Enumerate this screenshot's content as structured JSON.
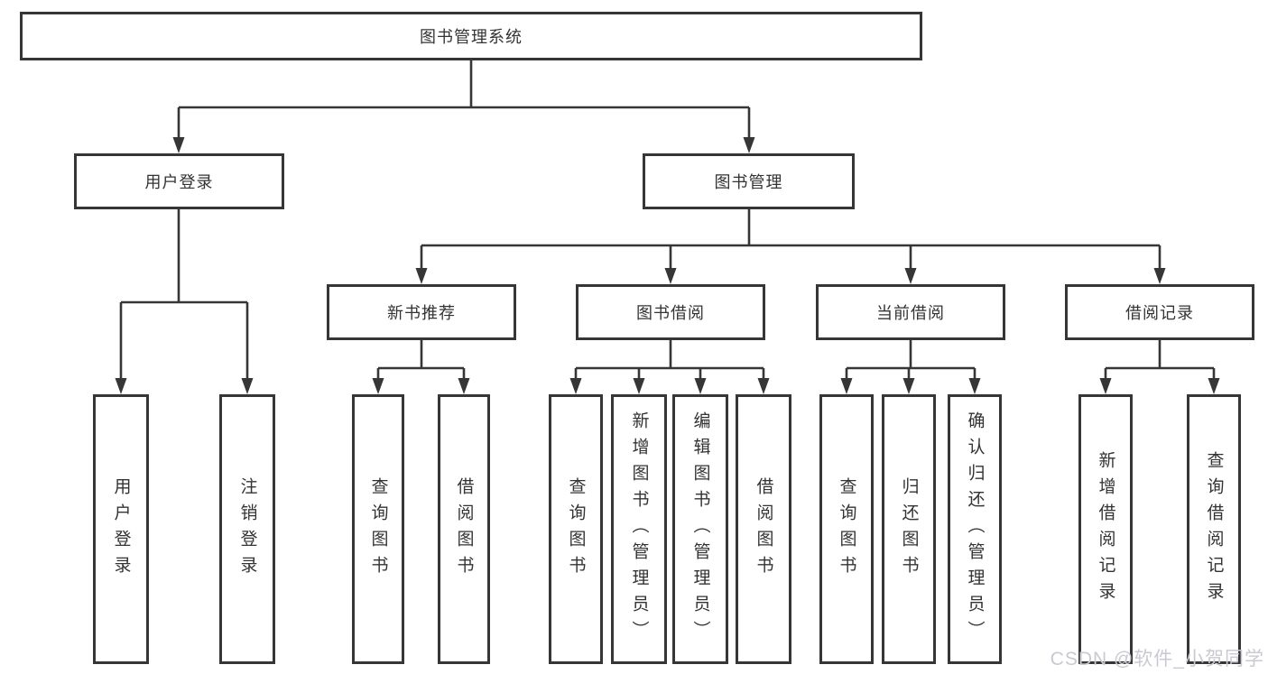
{
  "diagram": {
    "root": {
      "label": "图书管理系统"
    },
    "branches": [
      {
        "label": "用户登录",
        "children": [
          {
            "label": "用户登录"
          },
          {
            "label": "注销登录"
          }
        ]
      },
      {
        "label": "图书管理",
        "children": [
          {
            "label": "新书推荐",
            "children": [
              {
                "label": "查询图书"
              },
              {
                "label": "借阅图书"
              }
            ]
          },
          {
            "label": "图书借阅",
            "children": [
              {
                "label": "查询图书"
              },
              {
                "label": "新增图书（管理员）"
              },
              {
                "label": "编辑图书（管理员）"
              },
              {
                "label": "借阅图书"
              }
            ]
          },
          {
            "label": "当前借阅",
            "children": [
              {
                "label": "查询图书"
              },
              {
                "label": "归还图书"
              },
              {
                "label": "确认归还（管理员）"
              }
            ]
          },
          {
            "label": "借阅记录",
            "children": [
              {
                "label": "新增借阅记录"
              },
              {
                "label": "查询借阅记录"
              }
            ]
          }
        ]
      }
    ]
  },
  "watermark": "CSDN @软件_小贺同学",
  "colors": {
    "line": "#363636",
    "text": "#333333",
    "background": "#ffffff",
    "watermark": "#c9c9d1"
  }
}
